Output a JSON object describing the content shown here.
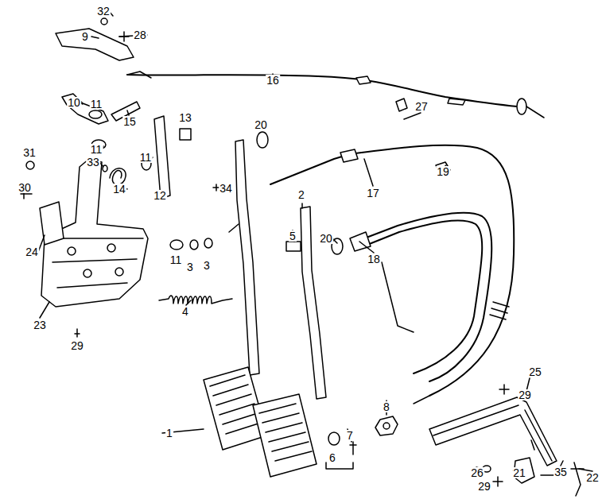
{
  "diagram": {
    "labels": [
      "32",
      "28",
      "9",
      "16",
      "11",
      "10",
      "15",
      "13",
      "27",
      "31",
      "11",
      "20",
      "11",
      "33",
      "19",
      "17",
      "2",
      "14",
      "30",
      "34",
      "12",
      "5",
      "20",
      "24",
      "11",
      "3",
      "3",
      "18",
      "4",
      "23",
      "29",
      "29",
      "25",
      "8",
      "1",
      "7",
      "6",
      "26",
      "35",
      "21",
      "29",
      "22"
    ]
  }
}
